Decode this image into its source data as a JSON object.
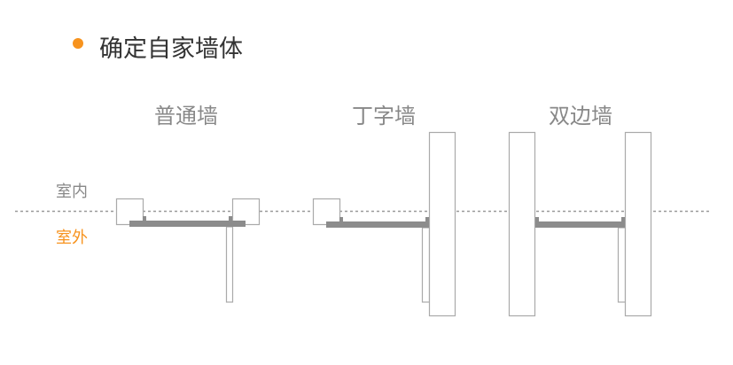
{
  "title": "确定自家墙体",
  "wall_types": [
    "普通墙",
    "丁字墙",
    "双边墙"
  ],
  "labels": {
    "indoor": "室内",
    "outdoor": "室外"
  },
  "colors": {
    "accent": "#f7931e",
    "text": "#333333",
    "muted": "#888888",
    "outline": "#aaaaaa",
    "slab": "#8c8c8c"
  }
}
